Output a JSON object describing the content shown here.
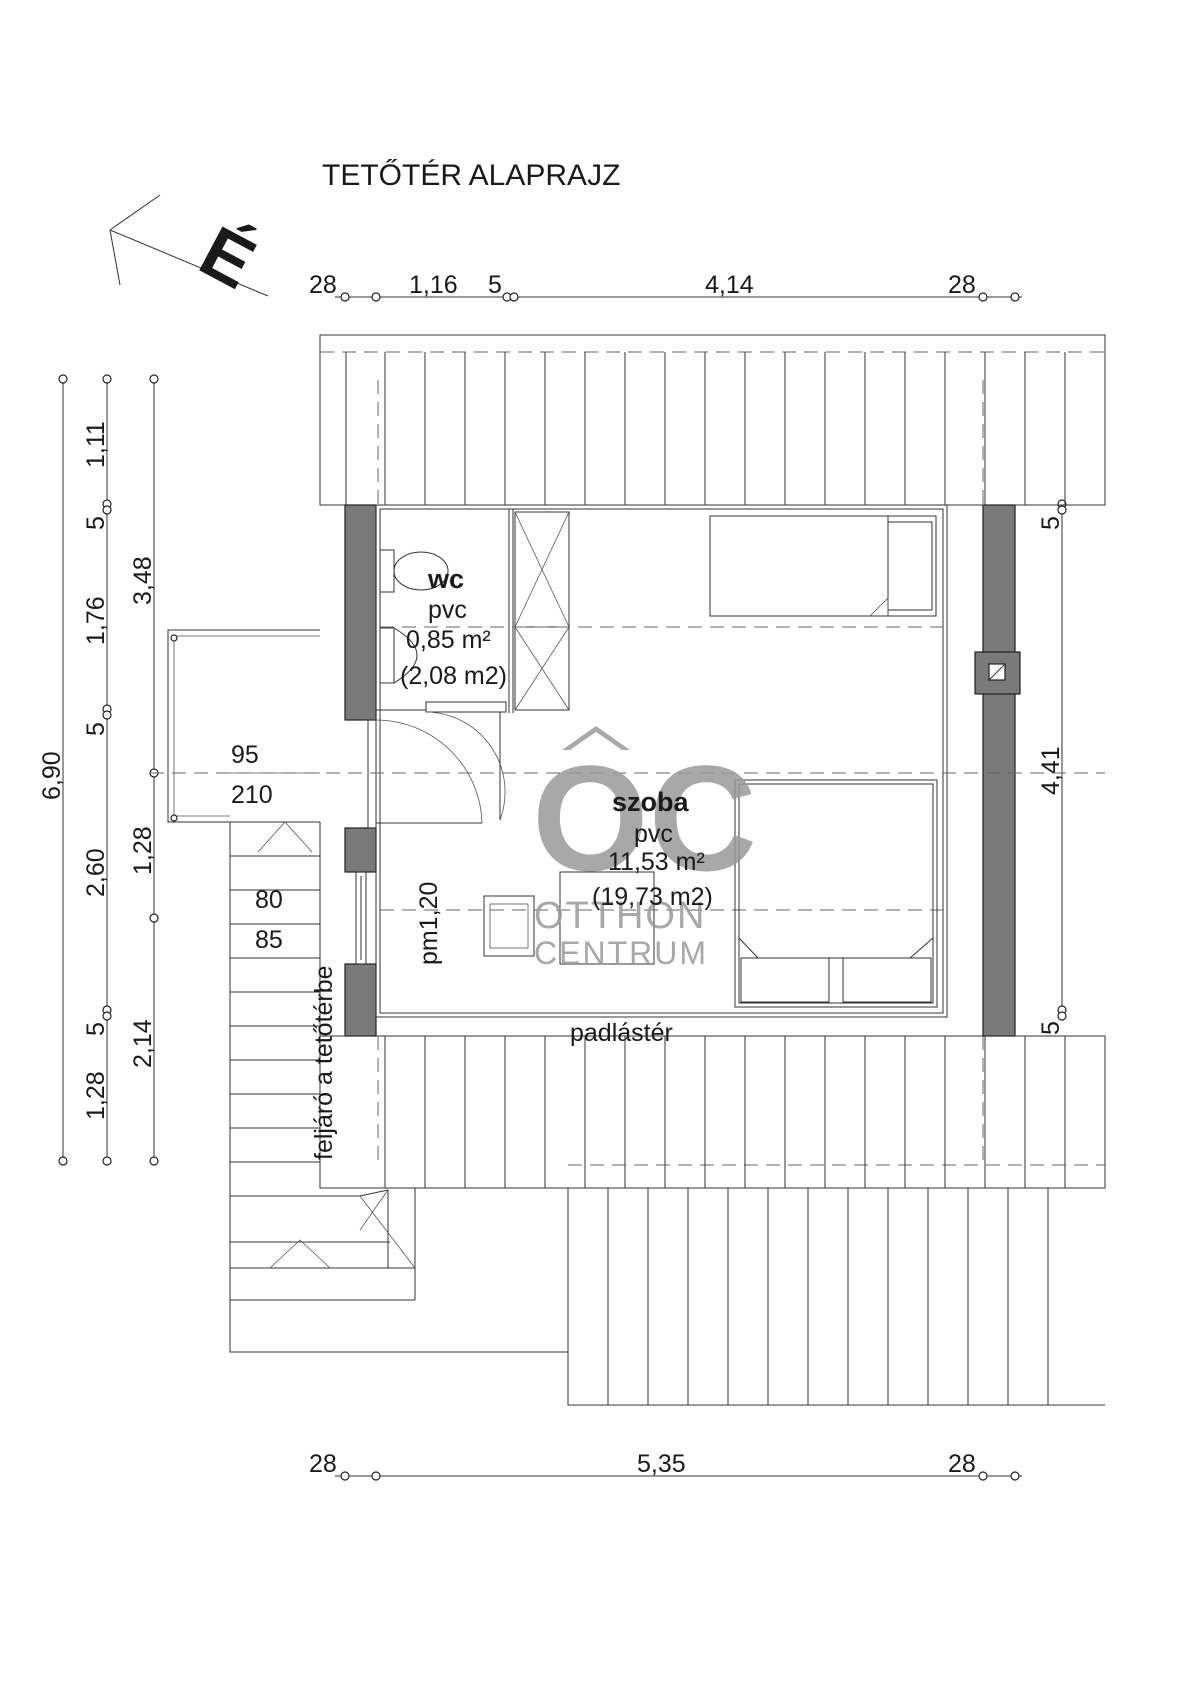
{
  "title": "TETŐTÉR ALAPRAJZ",
  "north_label": "É",
  "dims_top": [
    "28",
    "1,16",
    "5",
    "4,14",
    "28"
  ],
  "dims_bottom": [
    "28",
    "5,35",
    "28"
  ],
  "dims_left_outer": [
    "6,90"
  ],
  "dims_left_mid": [
    "1,11",
    "5",
    "1,76",
    "5",
    "2,60",
    "5",
    "1,28"
  ],
  "dims_left_inner": [
    "3,48",
    "1,28",
    "2,14"
  ],
  "dims_right": [
    "5",
    "4,41",
    "5"
  ],
  "rooms": {
    "wc": {
      "name": "wc",
      "floor": "pvc",
      "area": "0,85 m²",
      "area_total": "(2,08 m2)"
    },
    "szoba": {
      "name": "szoba",
      "floor": "pvc",
      "area": "11,53 m²",
      "area_total": "(19,73 m2)"
    }
  },
  "labels": {
    "padlaster": "padlástér",
    "feljaro": "feljáró a tetőtérbe",
    "window": "pm1,20",
    "d95": "95",
    "d210": "210",
    "d80": "80",
    "d85": "85"
  },
  "watermark": {
    "logo": "OC",
    "line1": "OTTHON",
    "line2": "CENTRUM"
  }
}
